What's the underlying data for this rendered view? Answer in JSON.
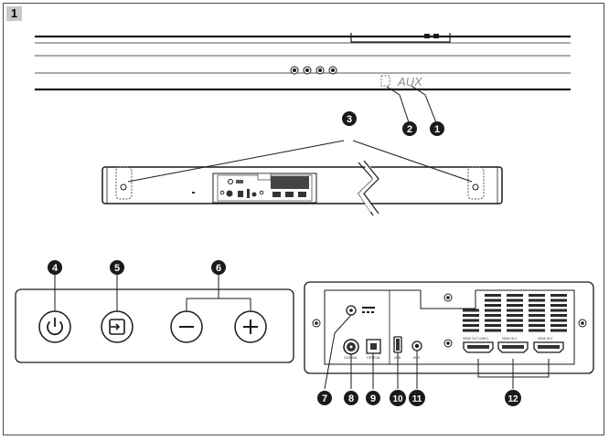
{
  "figure_number": "1",
  "display_text": "AUX",
  "callouts": [
    {
      "num": "1"
    },
    {
      "num": "2"
    },
    {
      "num": "3"
    },
    {
      "num": "4"
    },
    {
      "num": "5"
    },
    {
      "num": "6"
    },
    {
      "num": "7"
    },
    {
      "num": "8"
    },
    {
      "num": "9"
    },
    {
      "num": "10"
    },
    {
      "num": "11"
    },
    {
      "num": "12"
    }
  ],
  "panel_port_labels": {
    "coaxial": "COAXIAL",
    "optical": "OPTICAL",
    "usb": "USB",
    "aux": "AUX",
    "hdmi_out": "HDMI OUT (ARC)",
    "hdmi_in1": "HDMI IN 1",
    "hdmi_in2": "HDMI IN 2"
  },
  "buttons": [
    {
      "name": "power",
      "icon": "power-icon"
    },
    {
      "name": "source",
      "icon": "source-input-icon"
    },
    {
      "name": "volume-down",
      "icon": "minus-icon"
    },
    {
      "name": "volume-up",
      "icon": "plus-icon"
    }
  ]
}
